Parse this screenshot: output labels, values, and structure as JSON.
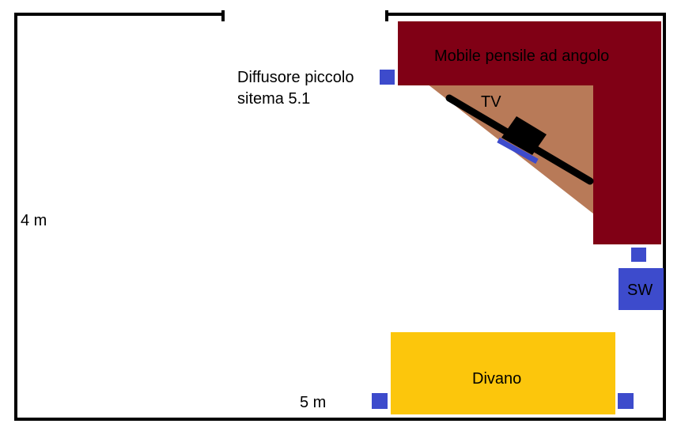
{
  "labels": {
    "cabinet": "Mobile pensile ad angolo",
    "tv": "TV",
    "speaker_line1": "Diffusore piccolo",
    "speaker_line2": "sitema 5.1",
    "height": "4 m",
    "width": "5 m",
    "subwoofer": "SW",
    "sofa": "Divano"
  },
  "colors": {
    "wall": "#000000",
    "cabinet": "#800015",
    "tv_area": "#b87a58",
    "speaker": "#3d4bcc",
    "sofa": "#fcc60c",
    "tv": "#000000"
  }
}
